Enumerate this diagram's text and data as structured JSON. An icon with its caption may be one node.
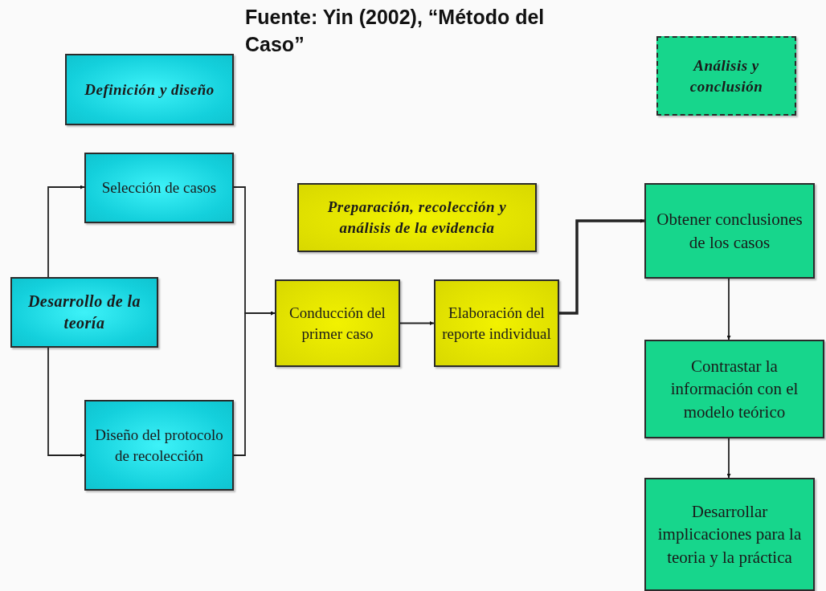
{
  "diagram": {
    "title": "Fuente: Yin (2002),  “Método del Caso”",
    "nodes": [
      {
        "text": [
          "Definición y diseño"
        ]
      },
      {
        "text": [
          "Análisis y conclusión"
        ]
      },
      {
        "text": [
          "Selección de casos"
        ]
      },
      {
        "text": [
          "Preparación, recolección y análisis de la evidencia"
        ]
      },
      {
        "text": [
          "Obtener conclusiones de los casos"
        ]
      },
      {
        "text": [
          "Desarrollo de la teoría"
        ]
      },
      {
        "text": [
          "Conducción del primer caso"
        ]
      },
      {
        "text": [
          "Elaboración del reporte individual"
        ]
      },
      {
        "text": [
          "Contrastar la información con el modelo teórico"
        ]
      },
      {
        "text": [
          "Diseño del protocolo de recolección"
        ]
      },
      {
        "text": [
          "Desarrollar implicaciones para la teoria y la práctica"
        ]
      }
    ],
    "edges": [
      {
        "from": 5,
        "to": 2,
        "arrow": "to"
      },
      {
        "from": 5,
        "to": 9,
        "arrow": "to"
      },
      {
        "from": 2,
        "to": 6,
        "arrow": "to"
      },
      {
        "from": 9,
        "to": 6,
        "arrow": "to"
      },
      {
        "from": 6,
        "to": 7,
        "arrow": "to"
      },
      {
        "from": 7,
        "to": 4,
        "arrow": "to",
        "style": "thick"
      },
      {
        "from": 4,
        "to": 8,
        "arrow": "to"
      },
      {
        "from": 8,
        "to": 10,
        "arrow": "to"
      }
    ]
  }
}
